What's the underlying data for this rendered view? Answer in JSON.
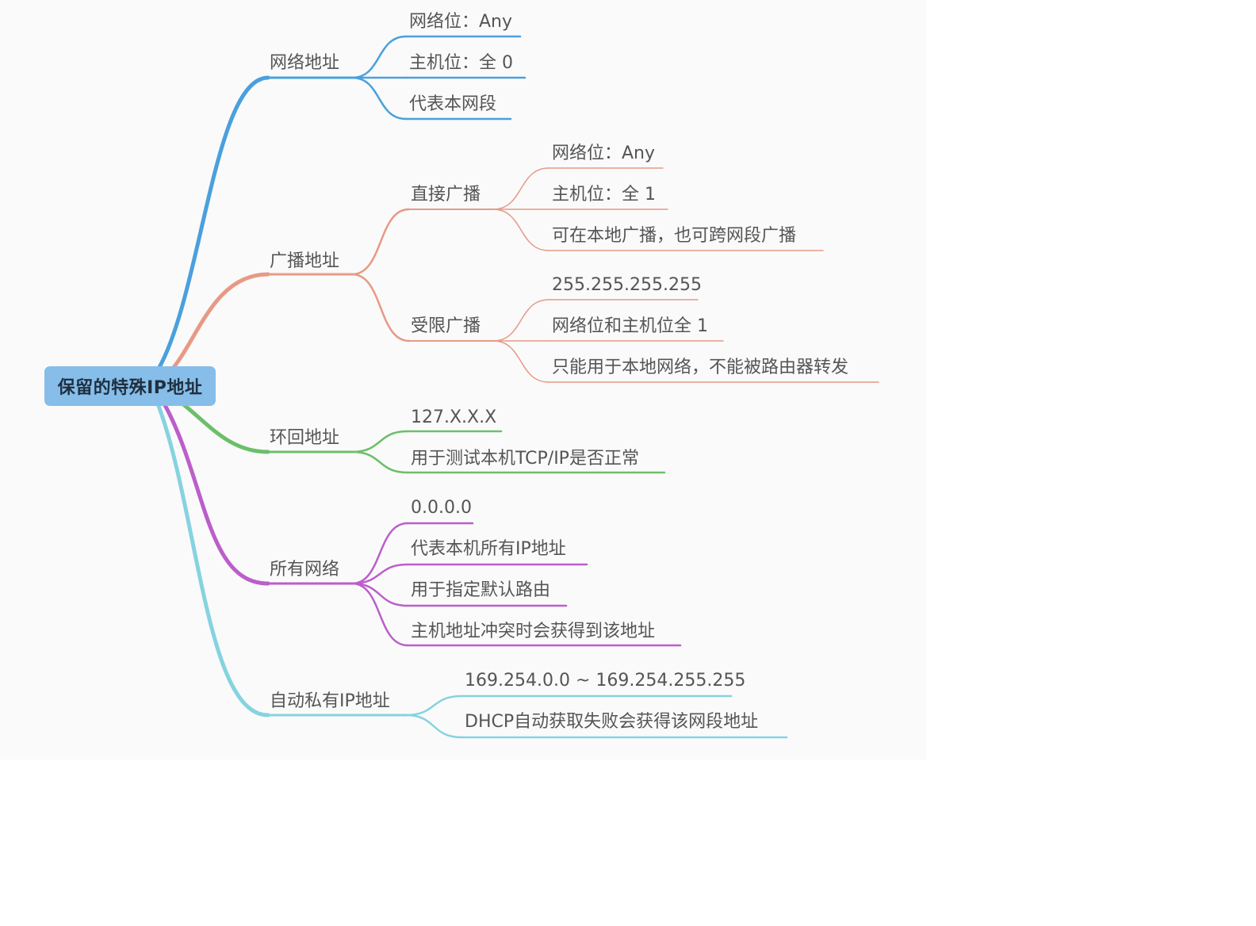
{
  "root": {
    "label": "保留的特殊IP地址",
    "color": "#86bde9"
  },
  "branches": [
    {
      "label": "网络地址",
      "color": "#4aa0dd",
      "children": [
        {
          "label": "网络位：Any"
        },
        {
          "label": "主机位：全 0"
        },
        {
          "label": "代表本网段"
        }
      ]
    },
    {
      "label": "广播地址",
      "color": "#e69a85",
      "children": [
        {
          "label": "直接广播",
          "children": [
            {
              "label": "网络位：Any"
            },
            {
              "label": "主机位：全 1"
            },
            {
              "label": "可在本地广播，也可跨网段广播"
            }
          ]
        },
        {
          "label": "受限广播",
          "children": [
            {
              "label": "255.255.255.255"
            },
            {
              "label": "网络位和主机位全 1"
            },
            {
              "label": "只能用于本地网络，不能被路由器转发"
            }
          ]
        }
      ]
    },
    {
      "label": "环回地址",
      "color": "#6cbf6a",
      "children": [
        {
          "label": "127.X.X.X"
        },
        {
          "label": "用于测试本机TCP/IP是否正常"
        }
      ]
    },
    {
      "label": "所有网络",
      "color": "#bb5ecb",
      "children": [
        {
          "label": "0.0.0.0"
        },
        {
          "label": "代表本机所有IP地址"
        },
        {
          "label": "用于指定默认路由"
        },
        {
          "label": "主机地址冲突时会获得到该地址"
        }
      ]
    },
    {
      "label": "自动私有IP地址",
      "color": "#86d3e0",
      "children": [
        {
          "label": "169.254.0.0 ~ 169.254.255.255"
        },
        {
          "label": "DHCP自动获取失败会获得该网段地址"
        }
      ]
    }
  ]
}
